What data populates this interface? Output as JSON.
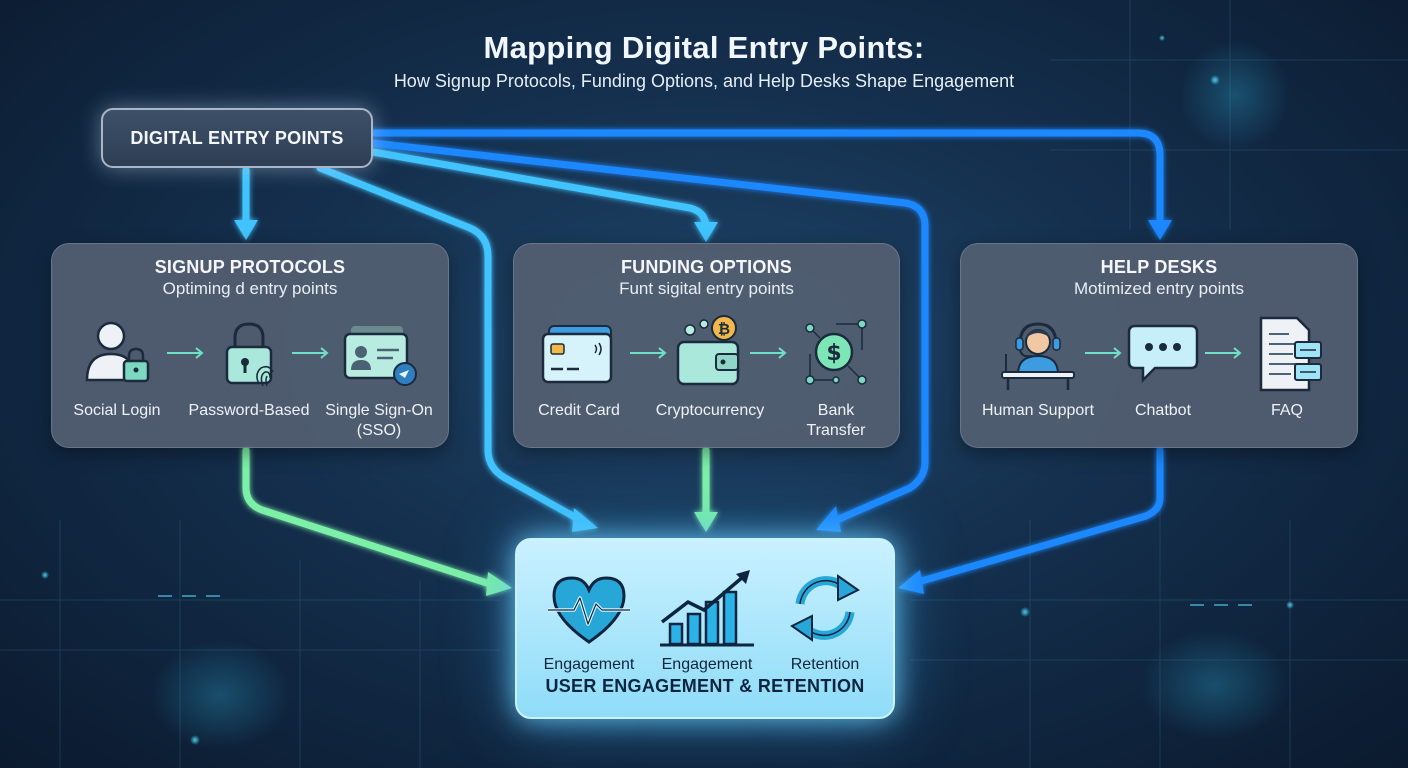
{
  "header": {
    "title": "Mapping Digital Entry Points:",
    "subtitle": "How Signup Protocols, Funding Options, and Help Desks Shape Engagement"
  },
  "root": {
    "label": "DIGITAL ENTRY POINTS"
  },
  "panels": [
    {
      "title": "SIGNUP PROTOCOLS",
      "subtitle": "Optiming d entry points",
      "items": [
        {
          "label": "Social Login",
          "icon": "user-lock-icon"
        },
        {
          "label": "Password-Based",
          "icon": "padlock-fingerprint-icon"
        },
        {
          "label": "Single Sign-On\n(SSO)",
          "icon": "id-card-icon"
        }
      ]
    },
    {
      "title": "FUNDING OPTIONS",
      "subtitle": "Funt sigital entry points",
      "items": [
        {
          "label": "Credit Card",
          "icon": "credit-card-icon"
        },
        {
          "label": "Cryptocurrency",
          "icon": "crypto-wallet-icon"
        },
        {
          "label": "Bank\nTransfer",
          "icon": "bank-transfer-icon"
        }
      ]
    },
    {
      "title": "HELP DESKS",
      "subtitle": "Motimized entry points",
      "items": [
        {
          "label": "Human Support",
          "icon": "support-agent-icon"
        },
        {
          "label": "Chatbot",
          "icon": "chat-bubble-icon"
        },
        {
          "label": "FAQ",
          "icon": "faq-document-icon"
        }
      ]
    }
  ],
  "result": {
    "title": "USER ENGAGEMENT & RETENTION",
    "items": [
      {
        "label": "Engagement",
        "icon": "heart-pulse-icon"
      },
      {
        "label": "Engagement",
        "icon": "growth-chart-icon"
      },
      {
        "label": "Retention",
        "icon": "cycle-arrows-icon"
      }
    ]
  },
  "colors": {
    "flow_blue": "#1e88ff",
    "flow_cyan": "#3fc3ff",
    "flow_green": "#7df0a8",
    "icon_teal": "#8fe0cc"
  }
}
